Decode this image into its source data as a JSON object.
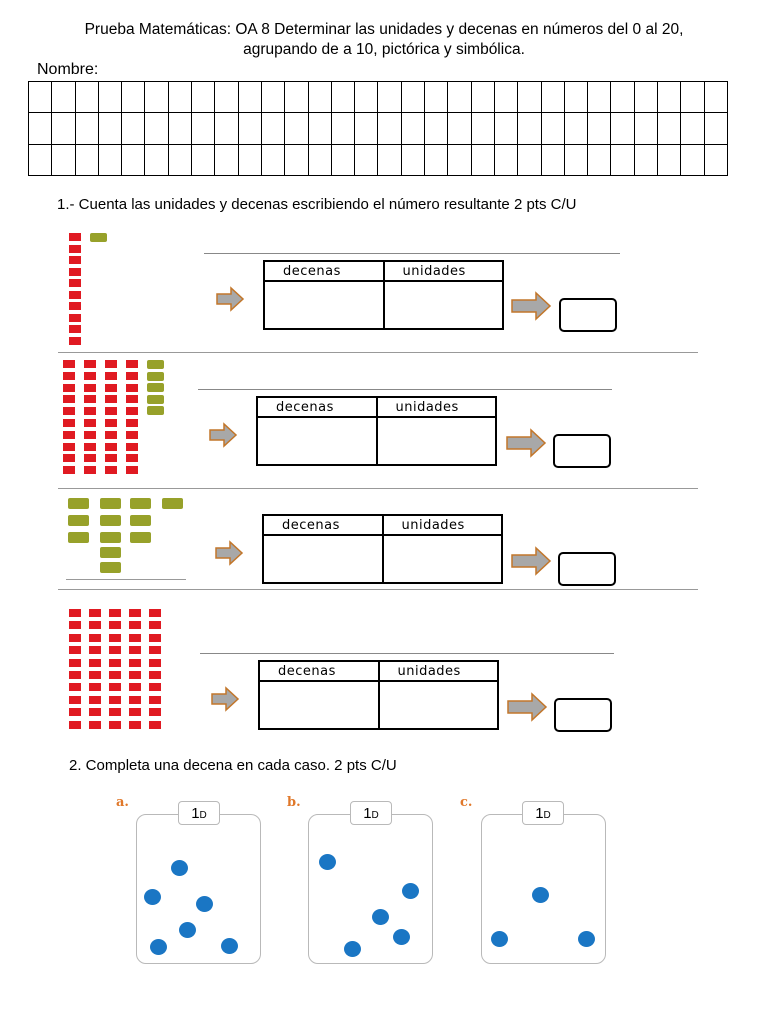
{
  "header": {
    "title_line1": "Prueba Matemáticas: OA 8 Determinar las unidades y decenas en números del 0 al 20,",
    "title_line2": "agrupando de a 10, pictórica y simbólica.",
    "name_label": "Nombre:"
  },
  "question1": {
    "title": "1.- Cuenta las unidades y decenas escribiendo el número resultante 2 pts C/U",
    "col_tens": "decenas",
    "col_units": "unidades"
  },
  "question2": {
    "title": "2. Completa una decena en cada caso. 2 pts C/U",
    "jars": [
      {
        "letter": "a.",
        "label_num": "1",
        "label_unit": "D"
      },
      {
        "letter": "b.",
        "label_num": "1",
        "label_unit": "D"
      },
      {
        "letter": "c.",
        "label_num": "1",
        "label_unit": "D"
      }
    ]
  },
  "colors": {
    "tens_block": "#e01a22",
    "units_block": "#97a12a",
    "counter": "#1a76c4",
    "jar_letter": "#e0782a",
    "arrow": "#a8a8a8",
    "arrow_border": "#c2762a"
  }
}
